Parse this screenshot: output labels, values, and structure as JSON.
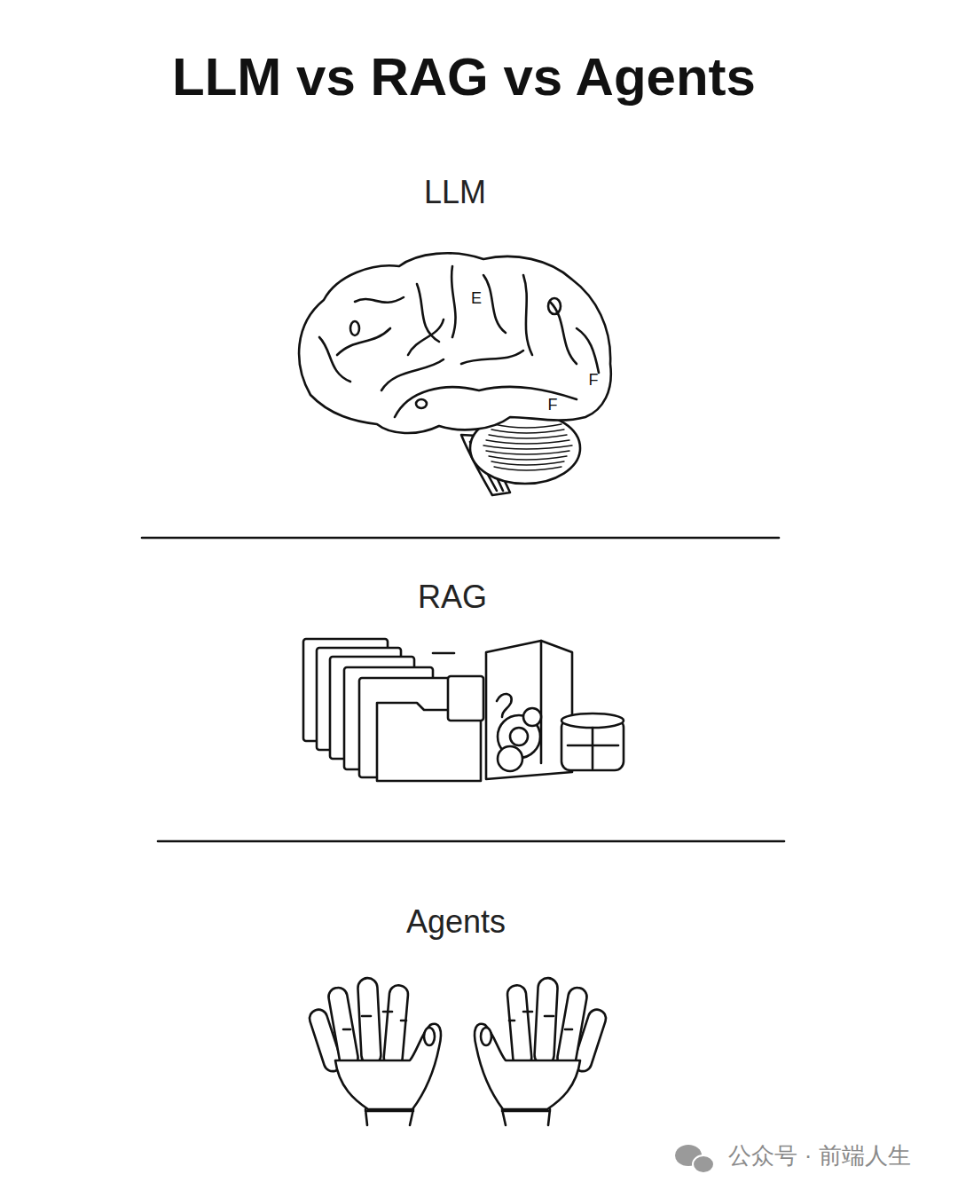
{
  "diagram": {
    "title": "LLM vs RAG vs Agents",
    "labels": [
      "LLM",
      "RAG",
      "Agents",
      "E",
      "F",
      "F",
      "公众号 · 前端人生"
    ]
  }
}
